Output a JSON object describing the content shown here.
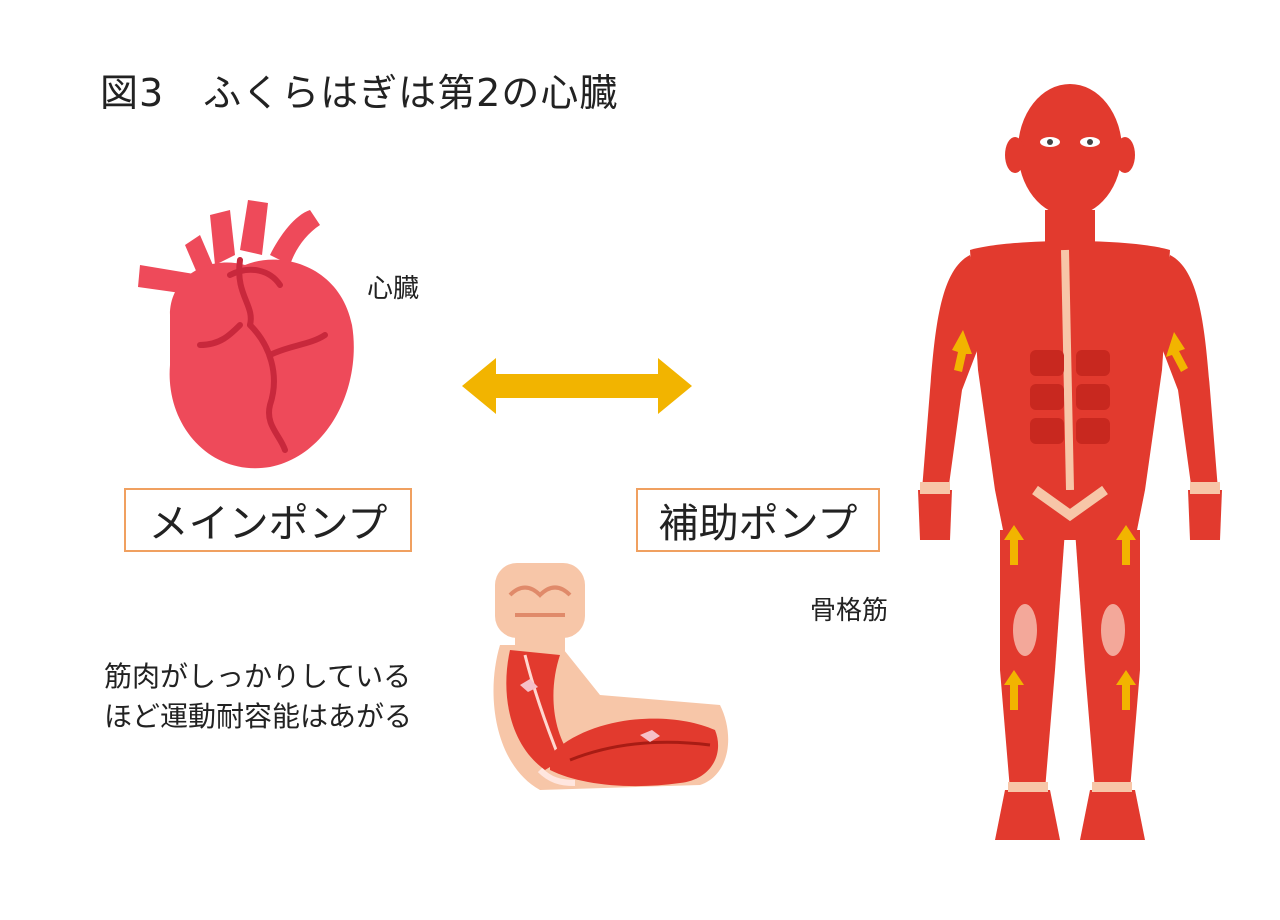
{
  "title": "図3　ふくらはぎは第2の心臓",
  "heart": {
    "label": "心臓",
    "box": "メインポンプ"
  },
  "muscle": {
    "label": "骨格筋",
    "box": "補助ポンプ"
  },
  "arm": {
    "lines": [
      "筋肉がしっかりしている",
      "ほど運動耐容能はあがる"
    ]
  },
  "colors": {
    "heart": "#ee4a5a",
    "heart_vessel": "#c8283c",
    "arrow": "#f2b400",
    "box_border": "#f0a060",
    "muscle": "#e23a2e",
    "skin": "#f7c6a8"
  }
}
